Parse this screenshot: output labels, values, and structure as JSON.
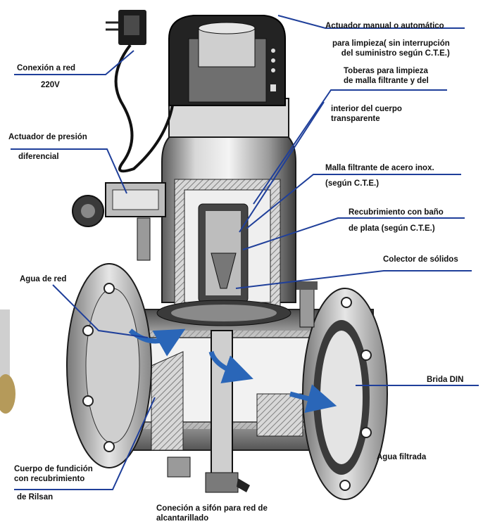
{
  "labels": {
    "actuador_manual": [
      "Actuador manual  o automático",
      "para limpieza( sin interrupción",
      "del suministro según C.T.E.)"
    ],
    "conexion_red": [
      "Conexión a red",
      "220V"
    ],
    "toberas": [
      "Toberas para limpieza",
      "de malla filtrante y del",
      "interior del cuerpo",
      "transparente"
    ],
    "actuador_presion": [
      "Actuador de presión",
      "diferencial"
    ],
    "malla_filtrante": [
      "Malla filtrante de acero inox.",
      "(según C.T.E.)"
    ],
    "recubrimiento": [
      "Recubrimiento con baño",
      "de plata (según C.T.E.)"
    ],
    "colector": [
      "Colector de sólidos"
    ],
    "agua_red": [
      "Agua de red"
    ],
    "brida": [
      "Brida DIN"
    ],
    "agua_filtrada": [
      "Agua filtrada"
    ],
    "cuerpo": [
      "Cuerpo de fundición",
      "con recubrimiento",
      "de Rilsan"
    ],
    "conexion_sifon": [
      "Coneción a sifón para red de",
      "alcantarillado"
    ]
  },
  "colors": {
    "leader": "#1f3f9a",
    "arrow": "#2a66b8",
    "metal_dark": "#2c2c2c",
    "metal_mid": "#9a9a9a",
    "metal_light": "#e2e2e2",
    "hatch": "#6a6a6a"
  }
}
